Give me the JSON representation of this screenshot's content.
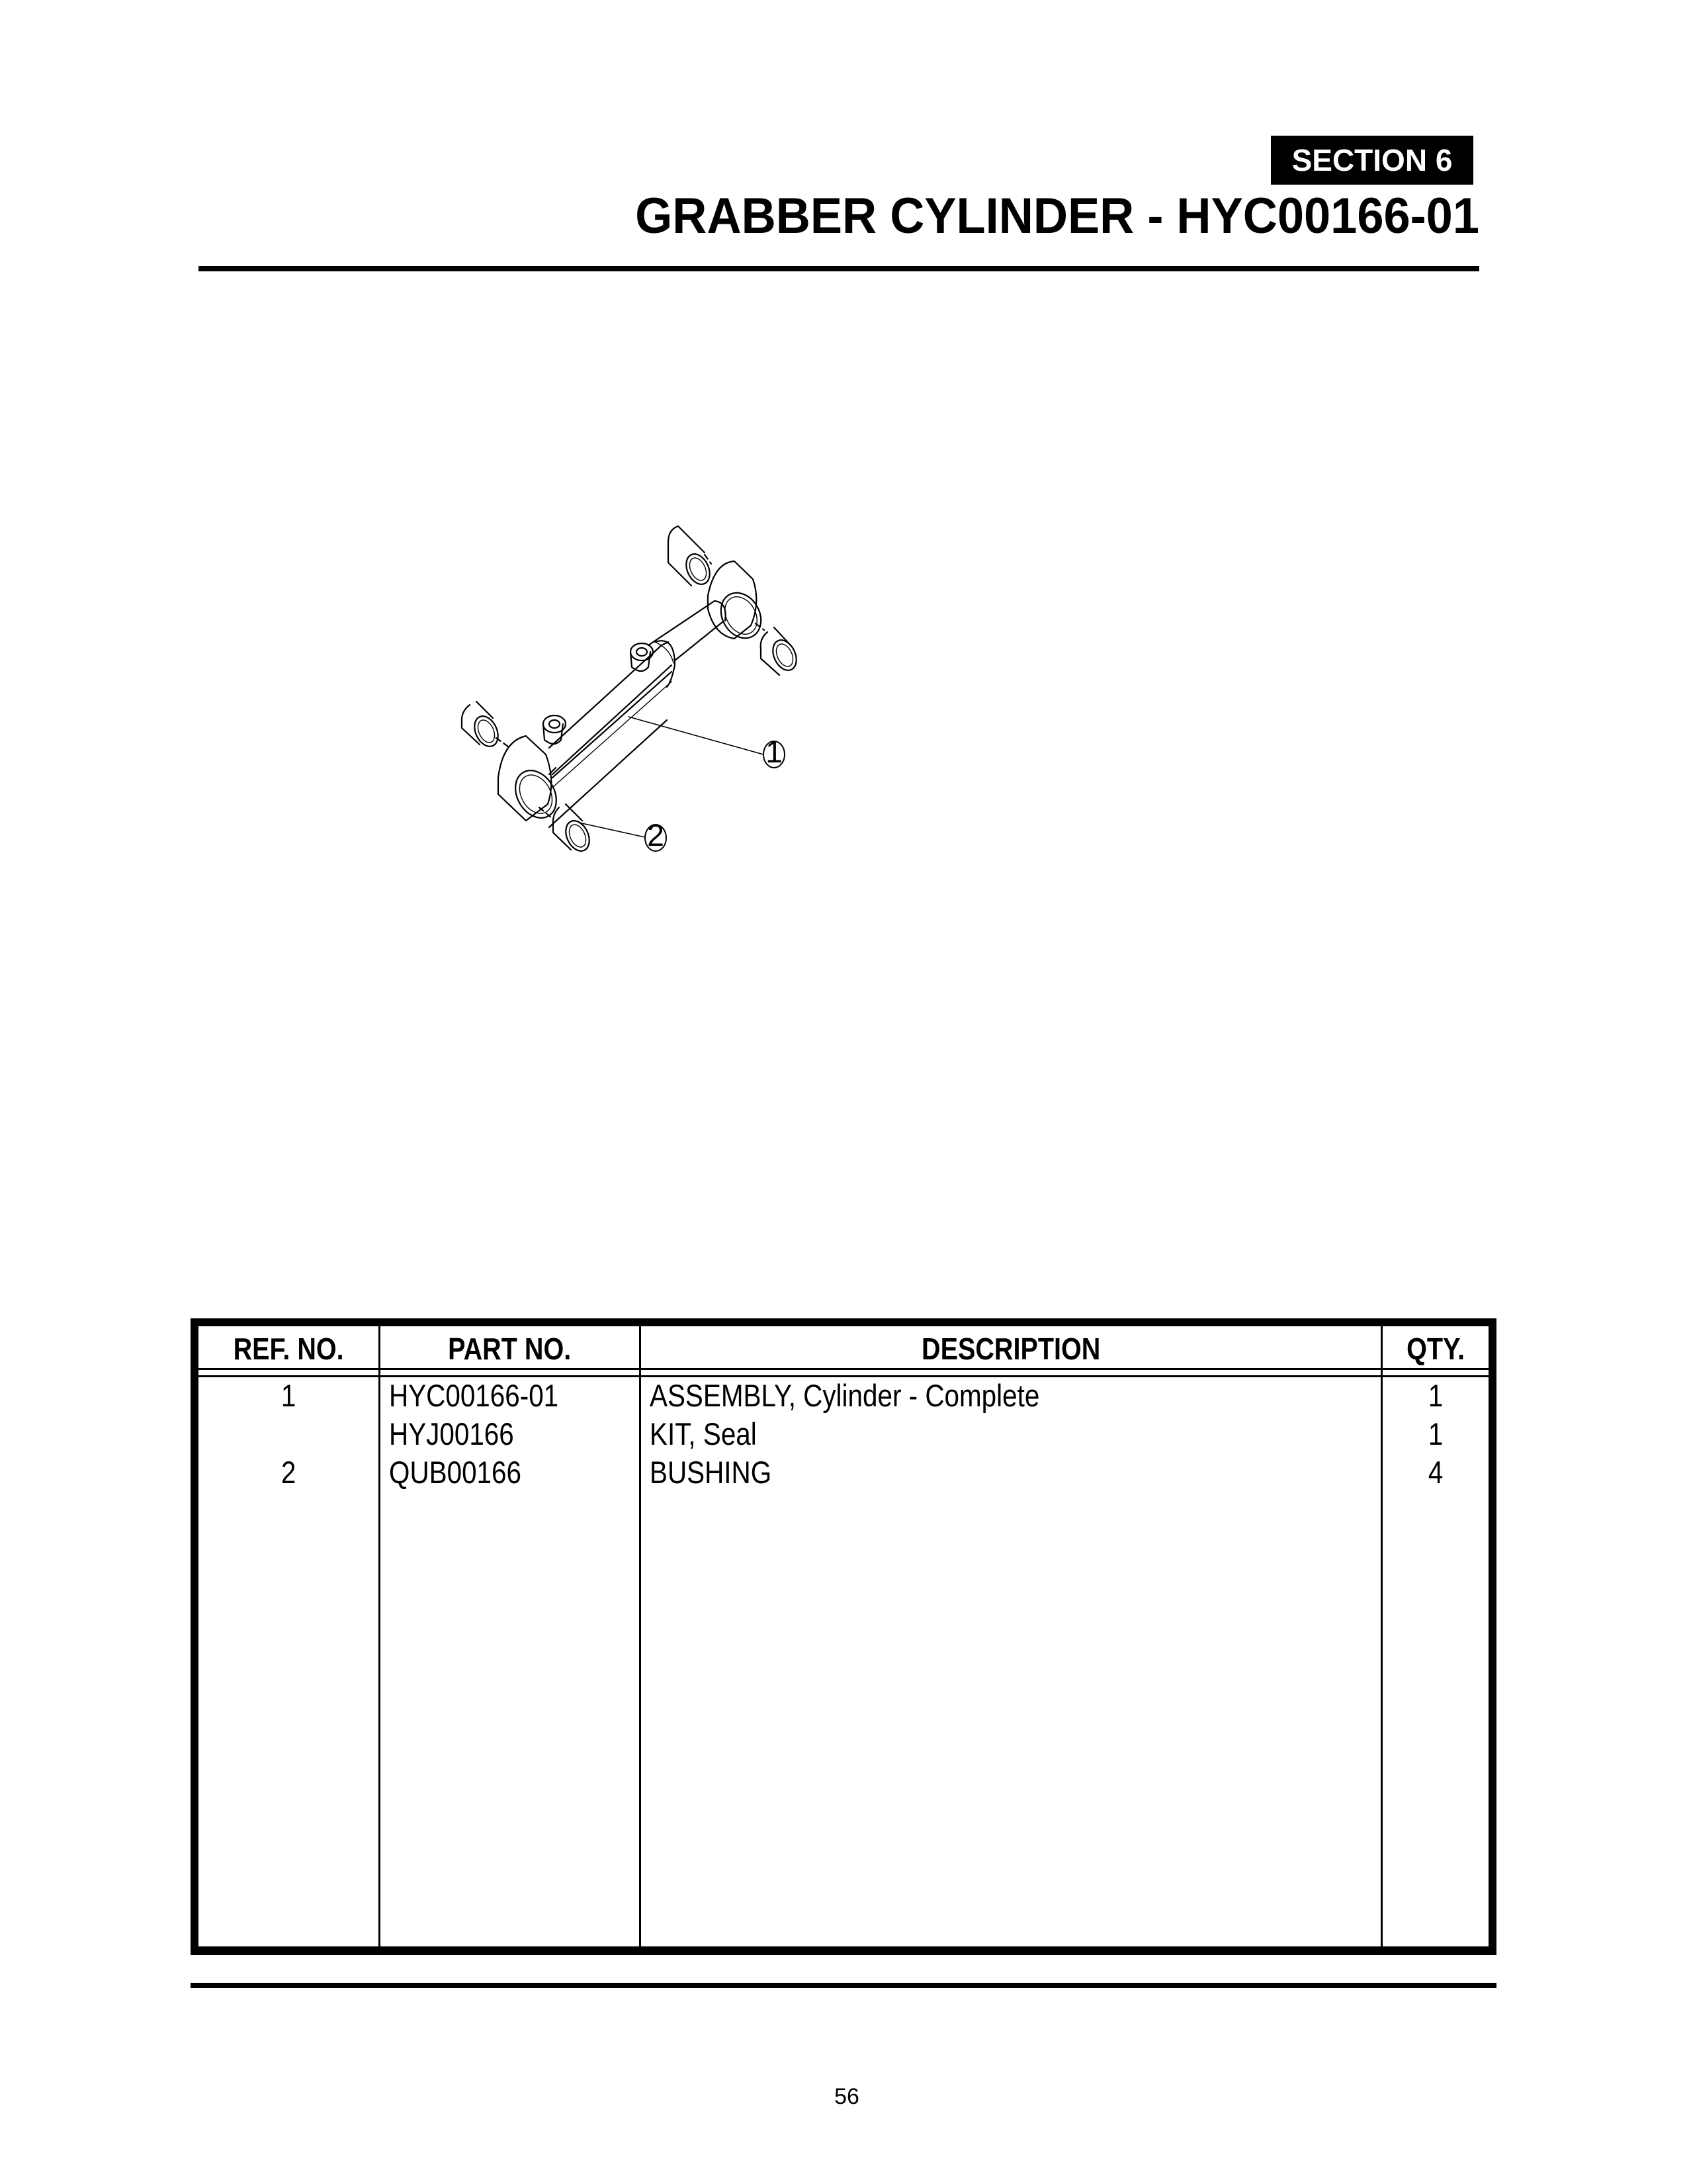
{
  "header": {
    "section_label": "SECTION 6",
    "title": "GRABBER CYLINDER - HYC00166-01"
  },
  "diagram": {
    "description": "Exploded isometric view of hydraulic grabber cylinder with four bushings",
    "callouts": [
      {
        "label": "1",
        "refers_to": "ASSEMBLY, Cylinder - Complete"
      },
      {
        "label": "2",
        "refers_to": "BUSHING"
      }
    ]
  },
  "parts_table": {
    "columns": [
      "REF. NO.",
      "PART NO.",
      "DESCRIPTION",
      "QTY."
    ],
    "rows": [
      {
        "ref": "1",
        "part": "HYC00166-01",
        "description": "ASSEMBLY, Cylinder - Complete",
        "qty": "1"
      },
      {
        "ref": "",
        "part": "HYJ00166",
        "description": "KIT, Seal",
        "qty": "1"
      },
      {
        "ref": "2",
        "part": "QUB00166",
        "description": "BUSHING",
        "qty": "4"
      }
    ]
  },
  "footer": {
    "page_number": "56"
  }
}
